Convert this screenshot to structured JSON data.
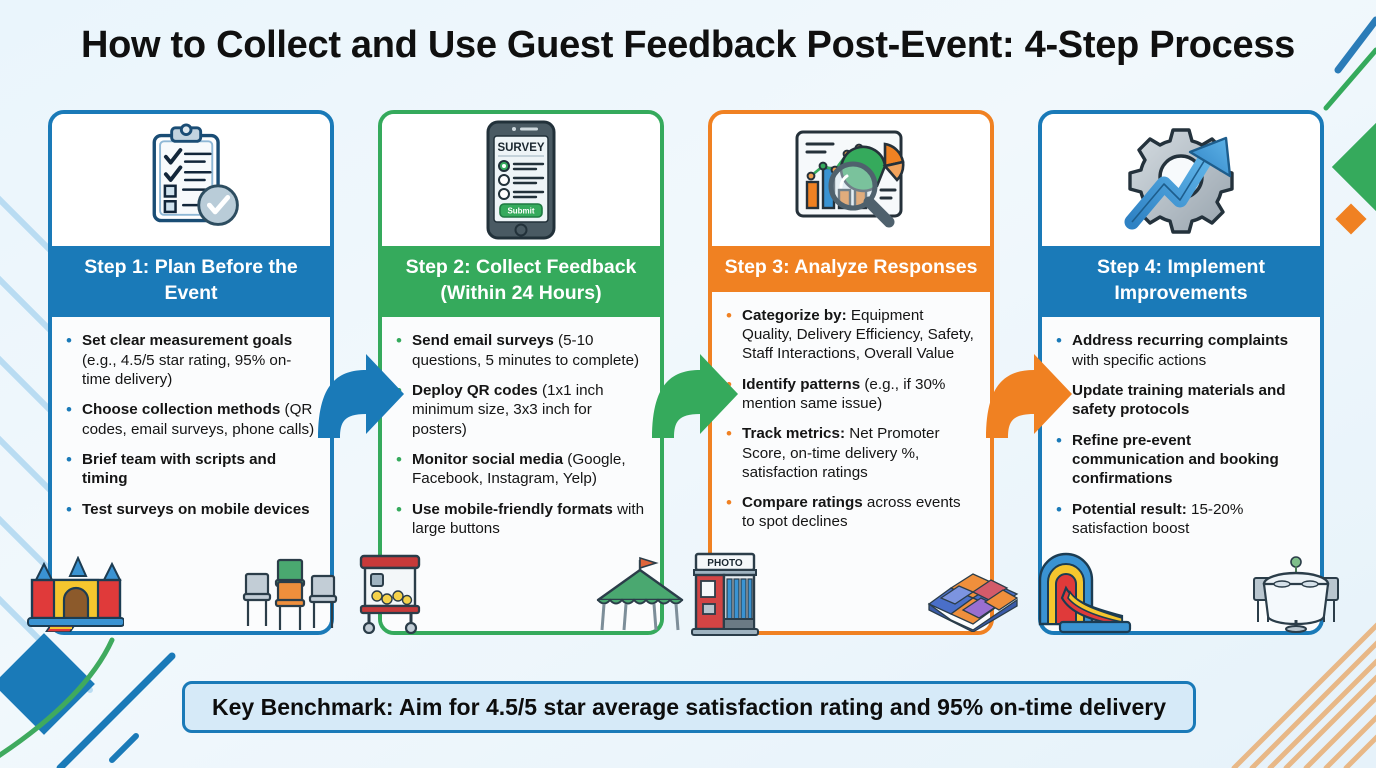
{
  "title": "How to Collect and Use Guest Feedback Post-Event: 4-Step Process",
  "colors": {
    "blue": "#1a7ab8",
    "green": "#35aa5c",
    "orange": "#f08122",
    "background": "#eaf4fb",
    "card_body": "#fbfcfd",
    "banner_fill": "#d6eaf8"
  },
  "cards": [
    {
      "accent": "blue",
      "icon": "clipboard-checklist-icon",
      "header": "Step 1: Plan Before the Event",
      "bullets": [
        {
          "bold": "Set clear measurement goals",
          "rest": " (e.g., 4.5/5 star rating, 95% on-time delivery)"
        },
        {
          "bold": "Choose collection methods",
          "rest": " (QR codes, email surveys, phone calls)"
        },
        {
          "bold": "Brief team with scripts and timing",
          "rest": ""
        },
        {
          "bold": "Test surveys on mobile devices",
          "rest": ""
        }
      ],
      "deco": [
        "bounce-house-icon",
        "stacked-chairs-icon"
      ]
    },
    {
      "accent": "green",
      "icon": "mobile-survey-icon",
      "icon_label": "SURVEY",
      "icon_button_label": "Submit",
      "header": "Step 2: Collect Feedback (Within 24 Hours)",
      "bullets": [
        {
          "bold": "Send email surveys",
          "rest": " (5-10 questions, 5 minutes to complete)"
        },
        {
          "bold": "Deploy QR codes",
          "rest": " (1x1 inch minimum size, 3x3 inch for posters)"
        },
        {
          "bold": "Monitor social media",
          "rest": " (Google, Facebook, Instagram, Yelp)"
        },
        {
          "bold": "Use mobile-friendly formats",
          "rest": " with large buttons"
        }
      ],
      "deco": [
        "popcorn-machine-icon",
        "party-tent-icon"
      ]
    },
    {
      "accent": "orange",
      "icon": "analytics-magnifier-icon",
      "header": "Step 3: Analyze Responses",
      "bullets": [
        {
          "bold": "Categorize by:",
          "rest": " Equipment Quality, Delivery Efficiency, Safety, Staff Interactions, Overall Value"
        },
        {
          "bold": "Identify patterns",
          "rest": " (e.g., if 30% mention same issue)"
        },
        {
          "bold": "Track metrics:",
          "rest": " Net Promoter Score, on-time delivery %, satisfaction ratings"
        },
        {
          "bold": "Compare ratings",
          "rest": " across events to spot declines"
        }
      ],
      "deco": [
        "photo-booth-icon",
        "dance-floor-icon"
      ],
      "deco_label": "PHOTO"
    },
    {
      "accent": "blue",
      "icon": "gear-growth-arrow-icon",
      "header": "Step 4: Implement Improvements",
      "bullets": [
        {
          "bold": "Address recurring complaints",
          "rest": " with specific actions"
        },
        {
          "bold": "Update training materials and safety protocols",
          "rest": ""
        },
        {
          "bold": "Refine pre-event communication and booking confirmations",
          "rest": ""
        },
        {
          "bold": "Potential result:",
          "rest": " 15-20% satisfaction boost"
        }
      ],
      "deco": [
        "water-slide-icon",
        "banquet-table-icon"
      ]
    }
  ],
  "arrows": [
    {
      "name": "arrow-step1-to-step2",
      "color": "#1a7ab8"
    },
    {
      "name": "arrow-step2-to-step3",
      "color": "#35aa5c"
    },
    {
      "name": "arrow-step3-to-step4",
      "color": "#f08122"
    }
  ],
  "benchmark": "Key Benchmark: Aim for 4.5/5 star average satisfaction rating and 95% on-time delivery"
}
